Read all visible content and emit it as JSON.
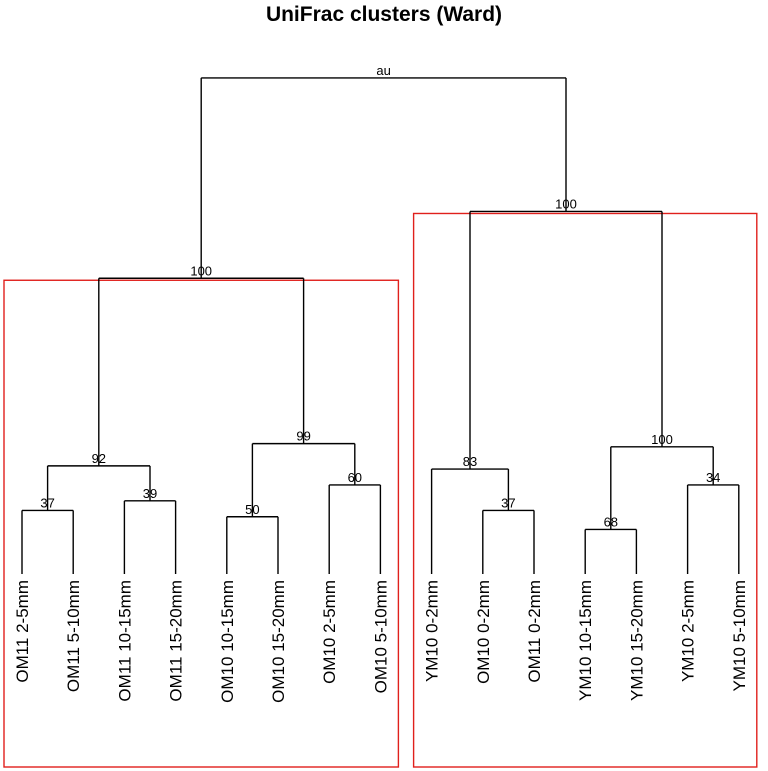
{
  "chart_data": {
    "type": "dendrogram",
    "title": "UniFrac clusters (Ward)",
    "value_label": "au",
    "leaves": [
      "OM11 2-5mm",
      "OM11 5-10mm",
      "OM11 10-15mm",
      "OM11 15-20mm",
      "OM10 10-15mm",
      "OM10 15-20mm",
      "OM10 2-5mm",
      "OM10 5-10mm",
      "YM10 0-2mm",
      "OM10 0-2mm",
      "OM11 0-2mm",
      "YM10 10-15mm",
      "YM10 15-20mm",
      "YM10 2-5mm",
      "YM10 5-10mm"
    ],
    "merges": [
      {
        "id": "m1",
        "left": "L0",
        "right": "L1",
        "au": 37,
        "height": 0.2
      },
      {
        "id": "m2",
        "left": "L2",
        "right": "L3",
        "au": 39,
        "height": 0.23
      },
      {
        "id": "m3",
        "left": "m1",
        "right": "m2",
        "au": 92,
        "height": 0.34
      },
      {
        "id": "m4",
        "left": "L4",
        "right": "L5",
        "au": 50,
        "height": 0.18
      },
      {
        "id": "m5",
        "left": "L6",
        "right": "L7",
        "au": 60,
        "height": 0.28
      },
      {
        "id": "m6",
        "left": "m4",
        "right": "m5",
        "au": 99,
        "height": 0.41
      },
      {
        "id": "m7",
        "left": "m3",
        "right": "m6",
        "au": 100,
        "height": 0.93
      },
      {
        "id": "m8",
        "left": "L9",
        "right": "L10",
        "au": 37,
        "height": 0.2
      },
      {
        "id": "m9",
        "left": "L8",
        "right": "m8",
        "au": 83,
        "height": 0.33
      },
      {
        "id": "m10",
        "left": "L11",
        "right": "L12",
        "au": 68,
        "height": 0.14
      },
      {
        "id": "m11",
        "left": "L13",
        "right": "L14",
        "au": 34,
        "height": 0.28
      },
      {
        "id": "m12",
        "left": "m10",
        "right": "m11",
        "au": 100,
        "height": 0.4
      },
      {
        "id": "m13",
        "left": "m9",
        "right": "m12",
        "au": 100,
        "height": 1.14
      },
      {
        "id": "m14",
        "left": "m7",
        "right": "m13",
        "au": null,
        "height": 1.56
      }
    ],
    "highlighted_clusters": [
      "m7",
      "m13"
    ],
    "highlight_color": "#e0201c"
  }
}
